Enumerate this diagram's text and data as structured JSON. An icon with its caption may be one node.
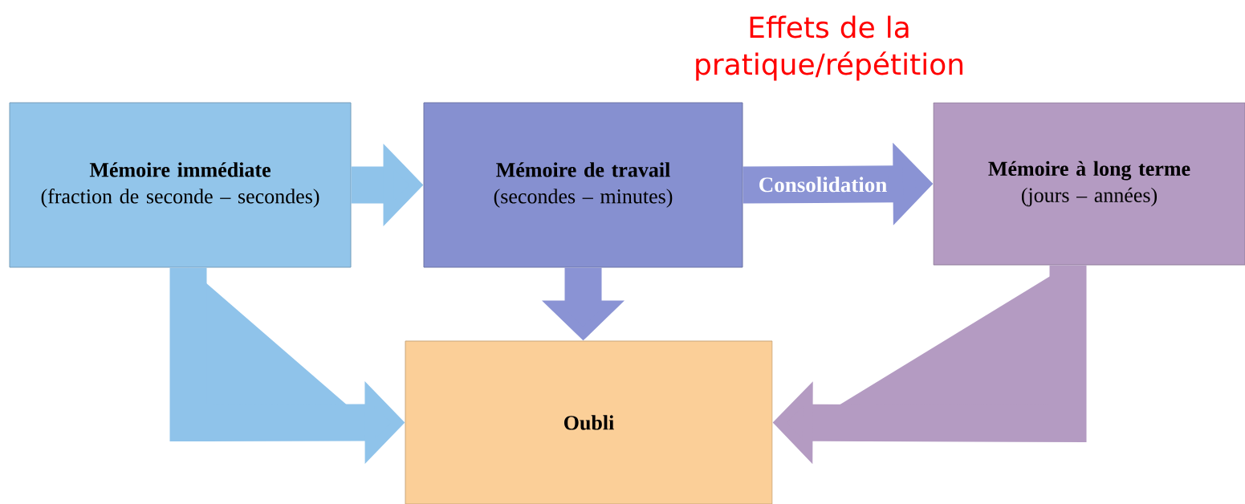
{
  "diagram": {
    "nodes": [
      {
        "text": [
          "Mémoire immédiate",
          "(fraction de seconde – secondes)"
        ]
      },
      {
        "text": [
          "Mémoire de travail",
          "(secondes – minutes)"
        ]
      },
      {
        "text": [
          "Mémoire à long terme",
          "(jours – années)"
        ]
      },
      {
        "text": [
          "Oubli"
        ]
      }
    ],
    "edges": [
      {
        "from": 0,
        "to": 1,
        "arrow": "to",
        "color": "#8fc3ea"
      },
      {
        "from": 1,
        "to": 2,
        "arrow": "to",
        "color": "#8a93d4",
        "label": "Consolidation"
      },
      {
        "from": 1,
        "to": 3,
        "arrow": "to",
        "color": "#8a93d4"
      },
      {
        "from": 0,
        "to": 3,
        "arrow": "to",
        "color": "#8fc3ea"
      },
      {
        "from": 2,
        "to": 3,
        "arrow": "to",
        "color": "#b49bc2"
      }
    ],
    "labels": [
      "Effets de la pratique/répétition"
    ]
  }
}
